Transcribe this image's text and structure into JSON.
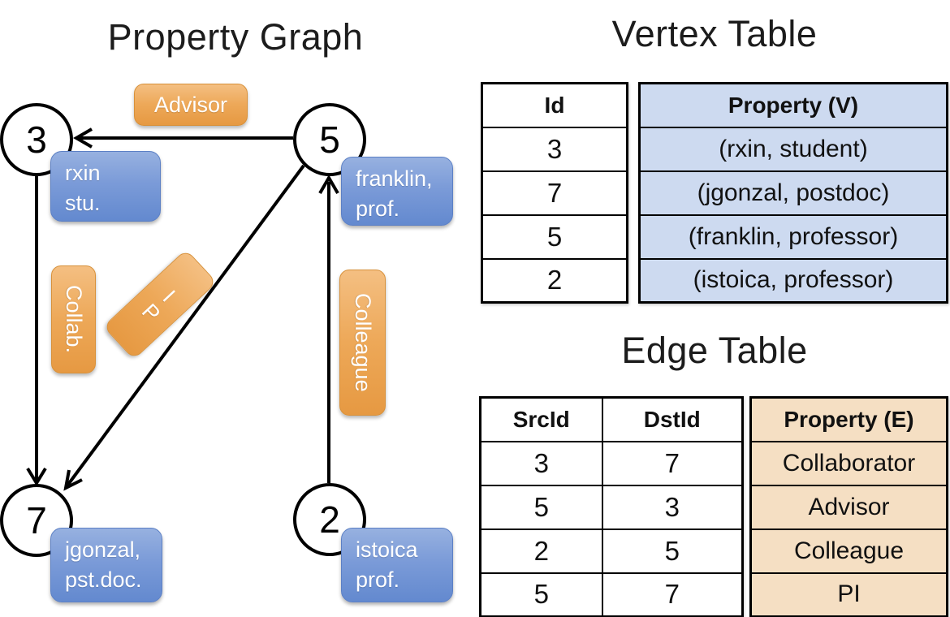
{
  "graph": {
    "title": "Property Graph",
    "nodes": [
      {
        "id": "3",
        "line1": "rxin",
        "line2": "stu."
      },
      {
        "id": "5",
        "line1": "franklin,",
        "line2": "prof."
      },
      {
        "id": "7",
        "line1": "jgonzal,",
        "line2": "pst.doc."
      },
      {
        "id": "2",
        "line1": "istoica",
        "line2": "prof."
      }
    ],
    "edges": [
      {
        "label": "Advisor",
        "from": "5",
        "to": "3"
      },
      {
        "label": "Collab.",
        "from": "3",
        "to": "7"
      },
      {
        "label": "PI",
        "from": "5",
        "to": "7"
      },
      {
        "label": "Colleague",
        "from": "2",
        "to": "5"
      }
    ],
    "pi_stack": [
      "I",
      "P"
    ]
  },
  "vertex_table": {
    "title": "Vertex Table",
    "col_id": "Id",
    "col_prop": "Property (V)",
    "rows": [
      {
        "id": "3",
        "prop": "(rxin, student)"
      },
      {
        "id": "7",
        "prop": "(jgonzal, postdoc)"
      },
      {
        "id": "5",
        "prop": "(franklin, professor)"
      },
      {
        "id": "2",
        "prop": "(istoica, professor)"
      }
    ]
  },
  "edge_table": {
    "title": "Edge Table",
    "col_src": "SrcId",
    "col_dst": "DstId",
    "col_prop": "Property (E)",
    "rows": [
      {
        "src": "3",
        "dst": "7",
        "prop": "Collaborator"
      },
      {
        "src": "5",
        "dst": "3",
        "prop": "Advisor"
      },
      {
        "src": "2",
        "dst": "5",
        "prop": "Colleague"
      },
      {
        "src": "5",
        "dst": "7",
        "prop": "PI"
      }
    ]
  },
  "colors": {
    "edge_label_orange": "#e89b44",
    "vertex_label_blue": "#6d91d4",
    "vertex_table_fill": "#cddaf0",
    "edge_table_fill": "#f5dfc3",
    "line_black": "#000000"
  }
}
